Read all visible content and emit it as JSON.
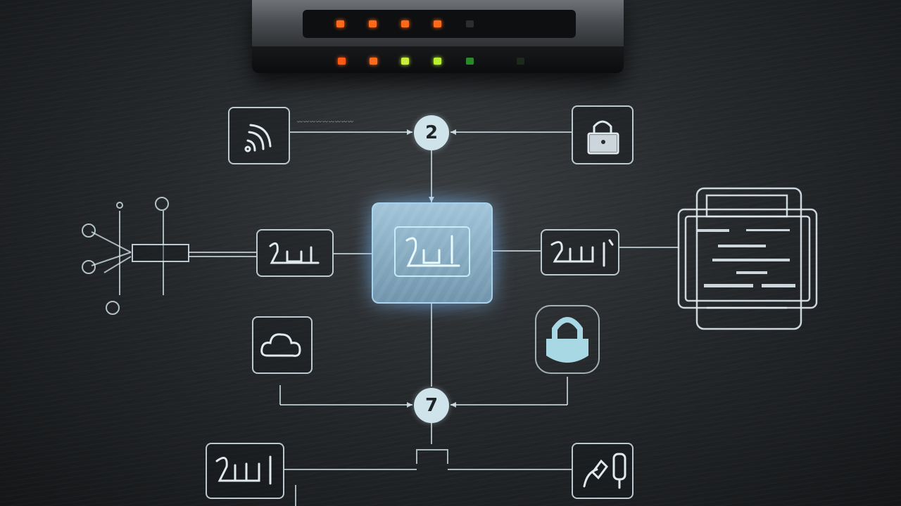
{
  "image": {
    "description_type": "Illustration of a network router with a schematic network diagram",
    "colors": {
      "background": "#26292c",
      "line": "#d7e8ee",
      "hub_glow": "#78beff",
      "lock_fill": "#a8d8e4",
      "led_orange": "#ff6a1a",
      "led_yellow_green": "#c8f03a",
      "led_green": "#2a8a2a"
    }
  },
  "router": {
    "top_leds": [
      "orange",
      "orange",
      "orange",
      "orange",
      "off"
    ],
    "bottom_leds": [
      "orange",
      "orange",
      "yellow-green",
      "yellow-green",
      "green",
      "off"
    ]
  },
  "nodes": {
    "top_circle_label": "2",
    "bottom_circle_label": "7",
    "wifi_icon": "wifi-signal-icon",
    "lock_top_icon": "padlock-outline-icon",
    "hub_icon": "chip-hub-icon",
    "cloud_icon": "cloud-icon",
    "lock_bottom_icon": "padlock-filled-icon",
    "device_icon": "device-doc-icon",
    "plug_icon": "plug-icon",
    "left_box_icon": "connector-icon",
    "right_box_icon": "connector-icon",
    "bottom_left_icon": "connector-icon"
  }
}
